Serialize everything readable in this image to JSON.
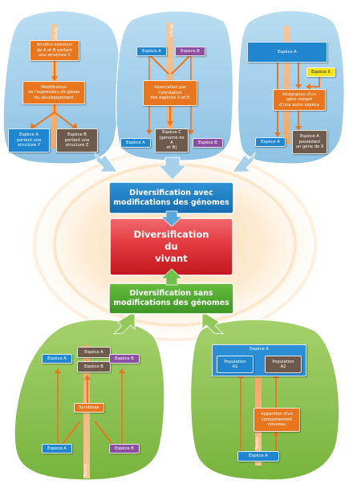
{
  "center": {
    "avec_label": "Diversification avec\nmodifications des génomes",
    "vivant_label": "Diversification\ndu\nvivant",
    "sans_label": "Diversification sans\nmodifications des génomes"
  },
  "panel1": {
    "temps": "Temps",
    "ancestor": "Ancêtre commun\nde A et B portant\nune structure X",
    "modification": "Modification\nde l'expression de gènes\ndu développement",
    "species_a": "Espèce A\nportant une\nstructure Y",
    "species_b": "Espèce B\nportant une\nstructure Z"
  },
  "panel2": {
    "temps": "Temps",
    "species_a_top": "Espèce A",
    "species_b_top": "Espèce B",
    "association": "Association par\nhybridation\ndes espèces A et B",
    "species_a_bottom": "Espèce A",
    "species_c": "Espèce C\n(génome de A\net B)",
    "species_b_bottom": "Espèce B"
  },
  "panel3": {
    "species_a_top": "Espèce A",
    "species_x": "Espèce X",
    "integration": "Intégration d'un\ngène venant\nd'une autre espèce",
    "species_a_bottom": "Espèce A",
    "species_a_gene": "Espèce A\npossédant\nun gène de X"
  },
  "panel4": {
    "temps": "Temps",
    "species_a_left": "Espèce A",
    "merged_a": "Espèce A",
    "merged_b": "Espèce B",
    "species_b_right": "Espèce B",
    "symbiose": "Symbiose",
    "species_a_bottom": "Espèce A",
    "species_b_bottom": "Espèce B"
  },
  "panel5": {
    "temps": "Temps",
    "species_a_container": "Espèce A",
    "population_a1": "Population\nA1",
    "population_a2": "Population\nA2",
    "behaviour": "Apparition d'un\ncomportement\nnouveau",
    "species_a_bottom": "Espèce A"
  },
  "colors": {
    "panel_blue": "#9fcbe6",
    "panel_green": "#8cc152",
    "box_blue": "#1b76bd",
    "box_red": "#d8262e",
    "box_green": "#4aa52f",
    "orange": "#e8761f"
  }
}
